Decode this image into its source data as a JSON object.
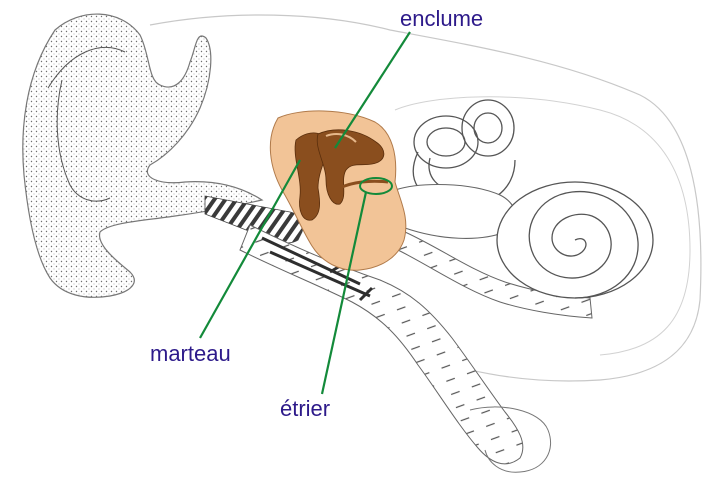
{
  "labels": {
    "enclume": "enclume",
    "marteau": "marteau",
    "etrier": "étrier"
  },
  "colors": {
    "label_text": "#2d1a8a",
    "leader_line": "#138a3a",
    "ossicle_fill": "#f2c497",
    "ossicle_dark": "#8a4e1e",
    "outline": "#9a9a9a",
    "stipple": "#6f6f6f",
    "hatch": "#333333"
  }
}
